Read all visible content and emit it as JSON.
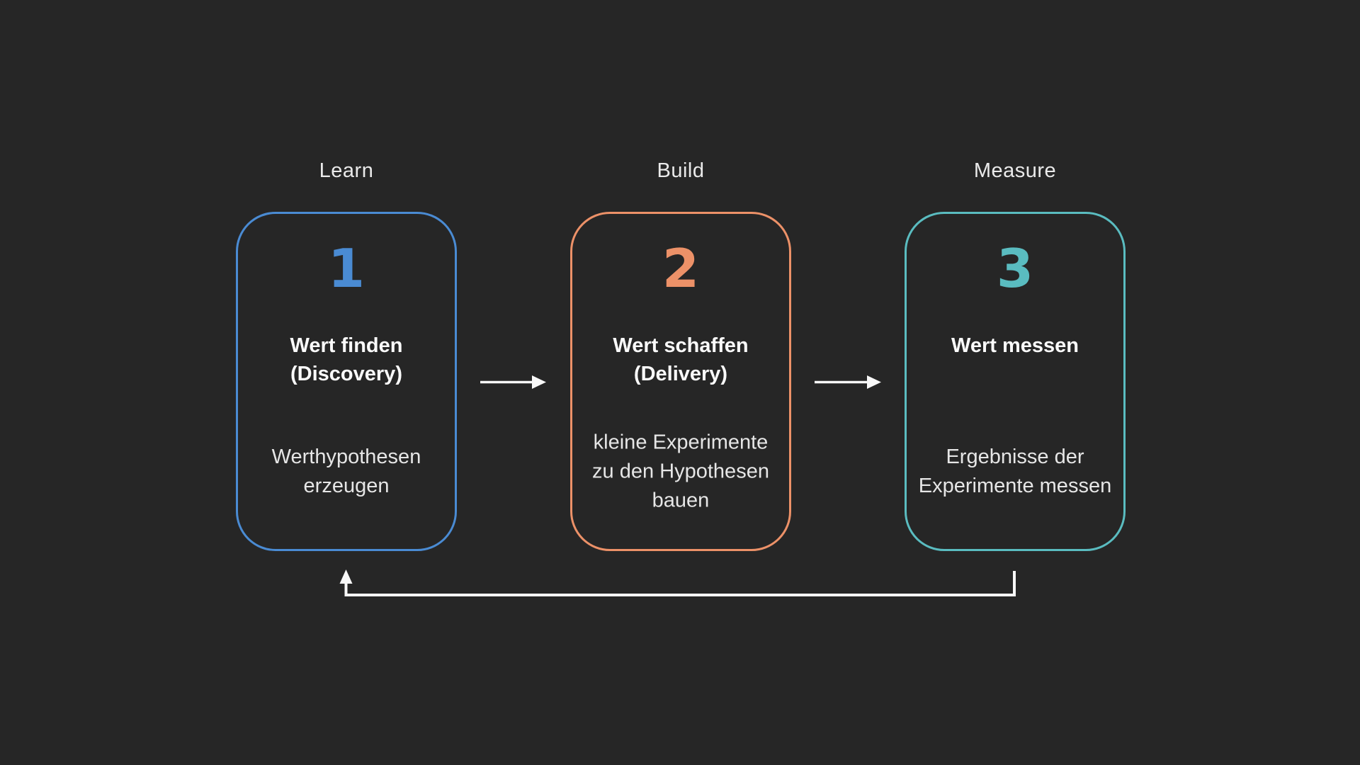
{
  "diagram": {
    "background_color": "#262626",
    "arrow_color": "#f8f8f8",
    "steps": [
      {
        "label": "Learn",
        "number": "1",
        "accent_color": "#4a8bd3",
        "title": "Wert finden\n(Discovery)",
        "description": "Werthypothesen\nerzeugen"
      },
      {
        "label": "Build",
        "number": "2",
        "accent_color": "#ec9168",
        "title": "Wert schaffen\n(Delivery)",
        "description": "kleine Experimente\nzu den Hypothesen\nbauen"
      },
      {
        "label": "Measure",
        "number": "3",
        "accent_color": "#5abcc0",
        "title": "Wert messen",
        "description": "Ergebnisse der\nExperimente messen"
      }
    ]
  }
}
